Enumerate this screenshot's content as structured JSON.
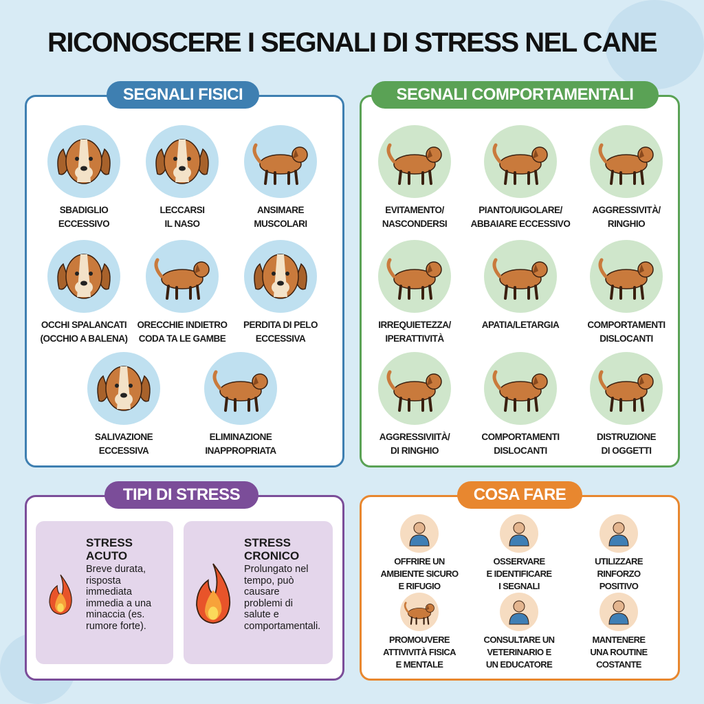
{
  "title": "RICONOSCERE I SEGNALI DI STRESS NEL CANE",
  "colors": {
    "background": "#d8ebf5",
    "fisici": "#3e7fb1",
    "comportamentali": "#5aa255",
    "tipi": "#7b4d99",
    "cosa_fare": "#e8872f"
  },
  "fisici": {
    "heading": "SEGNALI FISICI",
    "items": [
      {
        "line1": "SBADIGLIO",
        "line2": "ECCESSIVO",
        "icon": "yawning-dog-icon"
      },
      {
        "line1": "LECCARSI",
        "line2": "IL NASO",
        "icon": "licking-dog-icon"
      },
      {
        "line1": "ANSIMARE",
        "line2": "MUSCOLARI",
        "icon": "panting-dog-icon"
      },
      {
        "line1": "OCCHI SPALANCATI",
        "line2": "(OCCHIO A BALENA)",
        "icon": "wide-eyes-dog-icon"
      },
      {
        "line1": "ORECCHIE INDIETRO",
        "line2": "CODA TA LE GAMBE",
        "icon": "shedding-dog-icon"
      },
      {
        "line1": "PERDITA DI PELO",
        "line2": "ECCESSIVA",
        "icon": "drooling-dog-icon"
      },
      {
        "line1": "SALIVAZIONE",
        "line2": "ECCESSIVA",
        "icon": "salivating-dog-icon"
      },
      {
        "line1": "ELIMINAZIONE",
        "line2": "INAPPROPRIATA",
        "icon": "urinating-dog-icon"
      }
    ]
  },
  "comportamentali": {
    "heading": "SEGNALI COMPORTAMENTALI",
    "items": [
      {
        "line1": "EVITAMENTO/",
        "line2": "NASCONDERSI",
        "icon": "hiding-dog-icon"
      },
      {
        "line1": "PIANTO/UIGOLARE/",
        "line2": "ABBAIARE ECCESSIVO",
        "icon": "howling-dog-icon"
      },
      {
        "line1": "AGGRESSIVITÀ/",
        "line2": "RINGHIO",
        "icon": "aggressive-dog-icon"
      },
      {
        "line1": "IRREQUIETEZZA/",
        "line2": "IPERATTIVITÀ",
        "icon": "restless-dog-icon"
      },
      {
        "line1": "APATIA/LETARGIA",
        "line2": "",
        "icon": "lying-dog-icon"
      },
      {
        "line1": "COMPORTAMENTI",
        "line2": "DISLOCANTI",
        "icon": "sniffing-dog-icon"
      },
      {
        "line1": "AGGRESSIVIITÀ/",
        "line2": "DI RINGHIO",
        "icon": "lying-dog-icon"
      },
      {
        "line1": "COMPORTAMENTI",
        "line2": "DISLOCANTI",
        "icon": "sniffing-dog-icon"
      },
      {
        "line1": "DISTRUZIONE",
        "line2": "DI OGGETTI",
        "icon": "chewing-dog-icon"
      }
    ]
  },
  "tipi": {
    "heading": "TIPI DI STRESS",
    "cards": [
      {
        "title1": "STRESS",
        "title2": "ACUTO",
        "text": [
          "Breve durata,",
          "risposta",
          "immediata",
          "immedia a una",
          "minaccia (es.",
          "rumore forte)."
        ],
        "icon": "small-flame-icon"
      },
      {
        "title1": "STRESS",
        "title2": "CRONICO",
        "text": [
          "Prolungato nel",
          "tempo, può",
          "causare",
          "problemi di",
          "salute e",
          "comportamentali."
        ],
        "icon": "large-flame-icon"
      }
    ]
  },
  "cosa_fare": {
    "heading": "COSA FARE",
    "items": [
      {
        "lines": [
          "OFFRIRE UN",
          "AMBIENTE SICURO",
          "E RIFUGIO"
        ],
        "icon": "person-comforting-dog-icon"
      },
      {
        "lines": [
          "OSSERVARE",
          "E IDENTIFICARE",
          "I SEGNALI"
        ],
        "icon": "person-observing-icon"
      },
      {
        "lines": [
          "UTILIZZARE",
          "RINFORZO",
          "POSITIVO"
        ],
        "icon": "high-five-dog-icon"
      },
      {
        "lines": [
          "PROMOUVERE",
          "ATTIVIVITÀ FISICA",
          "E MENTALE"
        ],
        "icon": "dog-playing-ball-icon"
      },
      {
        "lines": [
          "CONSULTARE UN",
          "VETERINARIO E",
          "UN EDUCATORE"
        ],
        "icon": "vet-and-trainer-icon"
      },
      {
        "lines": [
          "MANTENERE",
          "UNA ROUTINE",
          "COSTANTE"
        ],
        "icon": "calm-person-icon"
      }
    ]
  }
}
